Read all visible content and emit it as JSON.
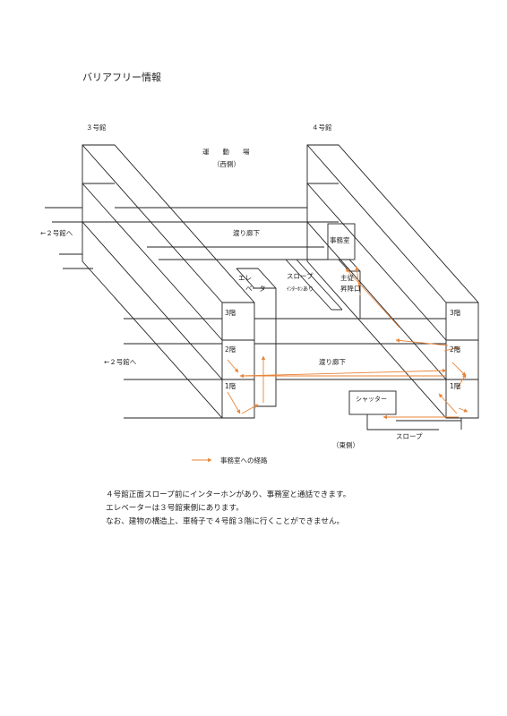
{
  "page_title": "バリアフリー情報",
  "diagram": {
    "building3": "３号館",
    "building4": "４号館",
    "ground": "運　　動　　場",
    "west": "（西側）",
    "east": "（東側）",
    "to_b2": "←２号館へ",
    "corridor": "渡り廊下",
    "office": "事務室",
    "elevator_1": "エレ",
    "elevator_2": "ベーター",
    "slope": "スロープ",
    "intercom": "ｲﾝﾀｰﾎﾝあり",
    "main_entrance_1": "主従",
    "main_entrance_2": "昇降口",
    "floor3": "3階",
    "floor2": "2階",
    "floor1": "1階",
    "shutter": "シャッター",
    "legend": "事務室への経路",
    "route_color": "#e8853a"
  },
  "notes": [
    "４号館正面スロープ前にインターホンがあり、事務室と通話できます。",
    "エレベーターは３号館東側にあります。",
    "なお、建物の構造上、車椅子で４号館３階に行くことができません。"
  ]
}
